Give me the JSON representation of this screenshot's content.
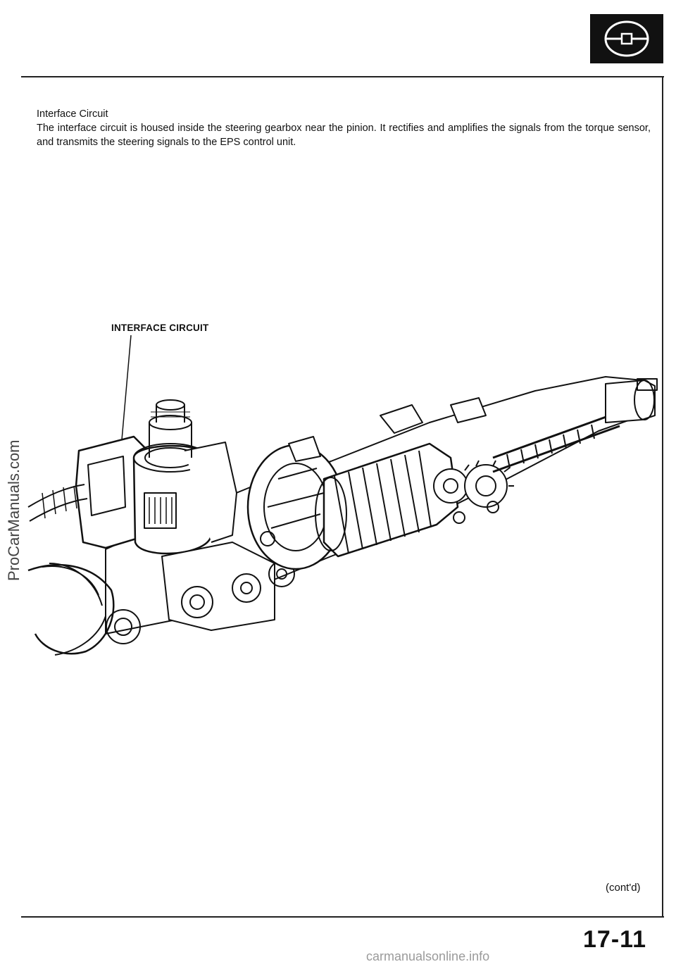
{
  "section": {
    "heading": "Interface Circuit",
    "body": "The interface circuit is housed inside the steering gearbox near the pinion. It rectifies and amplifies the signals from the torque sensor, and transmits the steering signals to the EPS control unit."
  },
  "figure": {
    "callout": "INTERFACE CIRCUIT"
  },
  "footer": {
    "continued": "(cont'd)",
    "page_number": "17-11",
    "site_mark": "carmanualsonline.info"
  },
  "watermark": "ProCarManuals.com",
  "icons": {
    "section_badge": "steering-wheel-icon"
  }
}
